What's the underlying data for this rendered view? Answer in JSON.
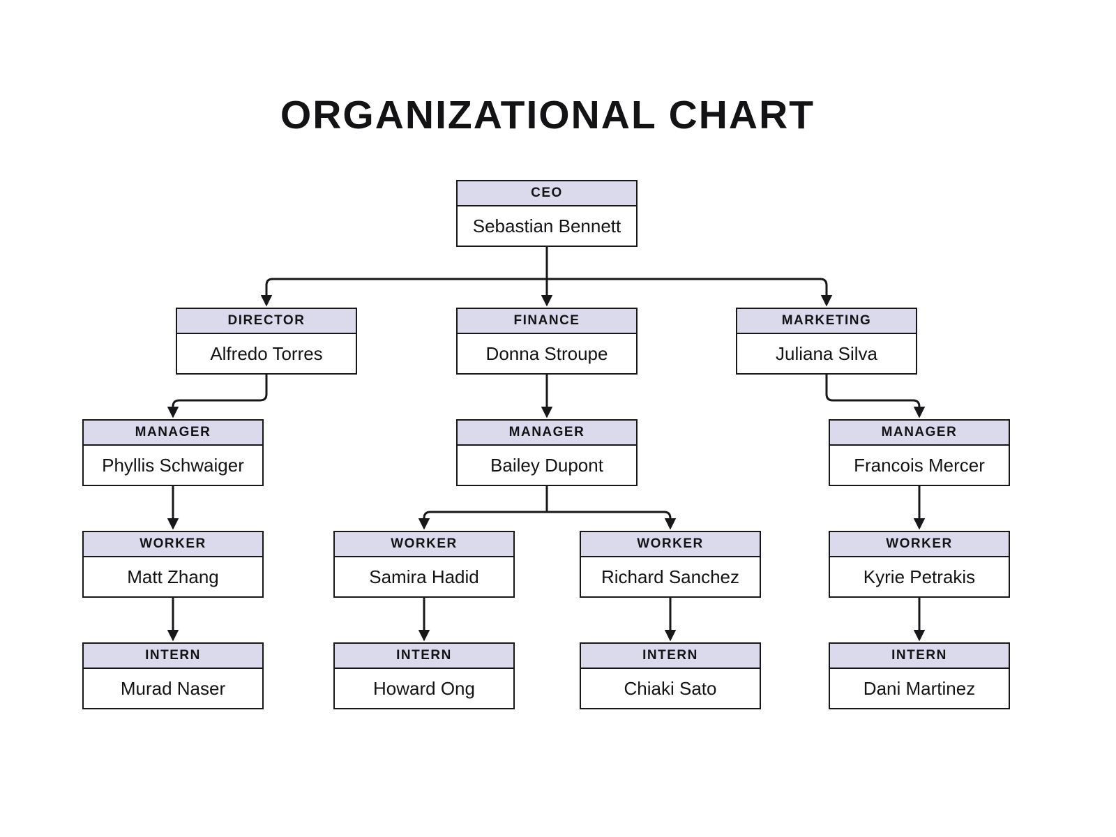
{
  "page": {
    "title": "ORGANIZATIONAL CHART",
    "background_color": "#ffffff"
  },
  "style": {
    "node_header_fill": "#dbd9ec",
    "node_border_color": "#17171a",
    "connector_color": "#17171a",
    "text_color": "#131316"
  },
  "org": {
    "nodes": [
      {
        "role": "CEO",
        "name": "Sebastian Bennett"
      },
      {
        "role": "DIRECTOR",
        "name": "Alfredo Torres"
      },
      {
        "role": "FINANCE",
        "name": "Donna Stroupe"
      },
      {
        "role": "MARKETING",
        "name": "Juliana Silva"
      },
      {
        "role": "MANAGER",
        "name": "Phyllis Schwaiger"
      },
      {
        "role": "MANAGER",
        "name": "Bailey Dupont"
      },
      {
        "role": "MANAGER",
        "name": "Francois Mercer"
      },
      {
        "role": "WORKER",
        "name": "Matt Zhang"
      },
      {
        "role": "WORKER",
        "name": "Samira Hadid"
      },
      {
        "role": "WORKER",
        "name": "Richard Sanchez"
      },
      {
        "role": "WORKER",
        "name": "Kyrie Petrakis"
      },
      {
        "role": "INTERN",
        "name": "Murad Naser"
      },
      {
        "role": "INTERN",
        "name": "Howard Ong"
      },
      {
        "role": "INTERN",
        "name": "Chiaki Sato"
      },
      {
        "role": "INTERN",
        "name": "Dani Martinez"
      }
    ],
    "edges": [
      {
        "from": "Sebastian Bennett",
        "to": "Alfredo Torres"
      },
      {
        "from": "Sebastian Bennett",
        "to": "Donna Stroupe"
      },
      {
        "from": "Sebastian Bennett",
        "to": "Juliana Silva"
      },
      {
        "from": "Alfredo Torres",
        "to": "Phyllis Schwaiger"
      },
      {
        "from": "Donna Stroupe",
        "to": "Bailey Dupont"
      },
      {
        "from": "Juliana Silva",
        "to": "Francois Mercer"
      },
      {
        "from": "Phyllis Schwaiger",
        "to": "Matt Zhang"
      },
      {
        "from": "Bailey Dupont",
        "to": "Samira Hadid"
      },
      {
        "from": "Bailey Dupont",
        "to": "Richard Sanchez"
      },
      {
        "from": "Francois Mercer",
        "to": "Kyrie Petrakis"
      },
      {
        "from": "Matt Zhang",
        "to": "Murad Naser"
      },
      {
        "from": "Samira Hadid",
        "to": "Howard Ong"
      },
      {
        "from": "Richard Sanchez",
        "to": "Chiaki Sato"
      },
      {
        "from": "Kyrie Petrakis",
        "to": "Dani Martinez"
      }
    ]
  }
}
